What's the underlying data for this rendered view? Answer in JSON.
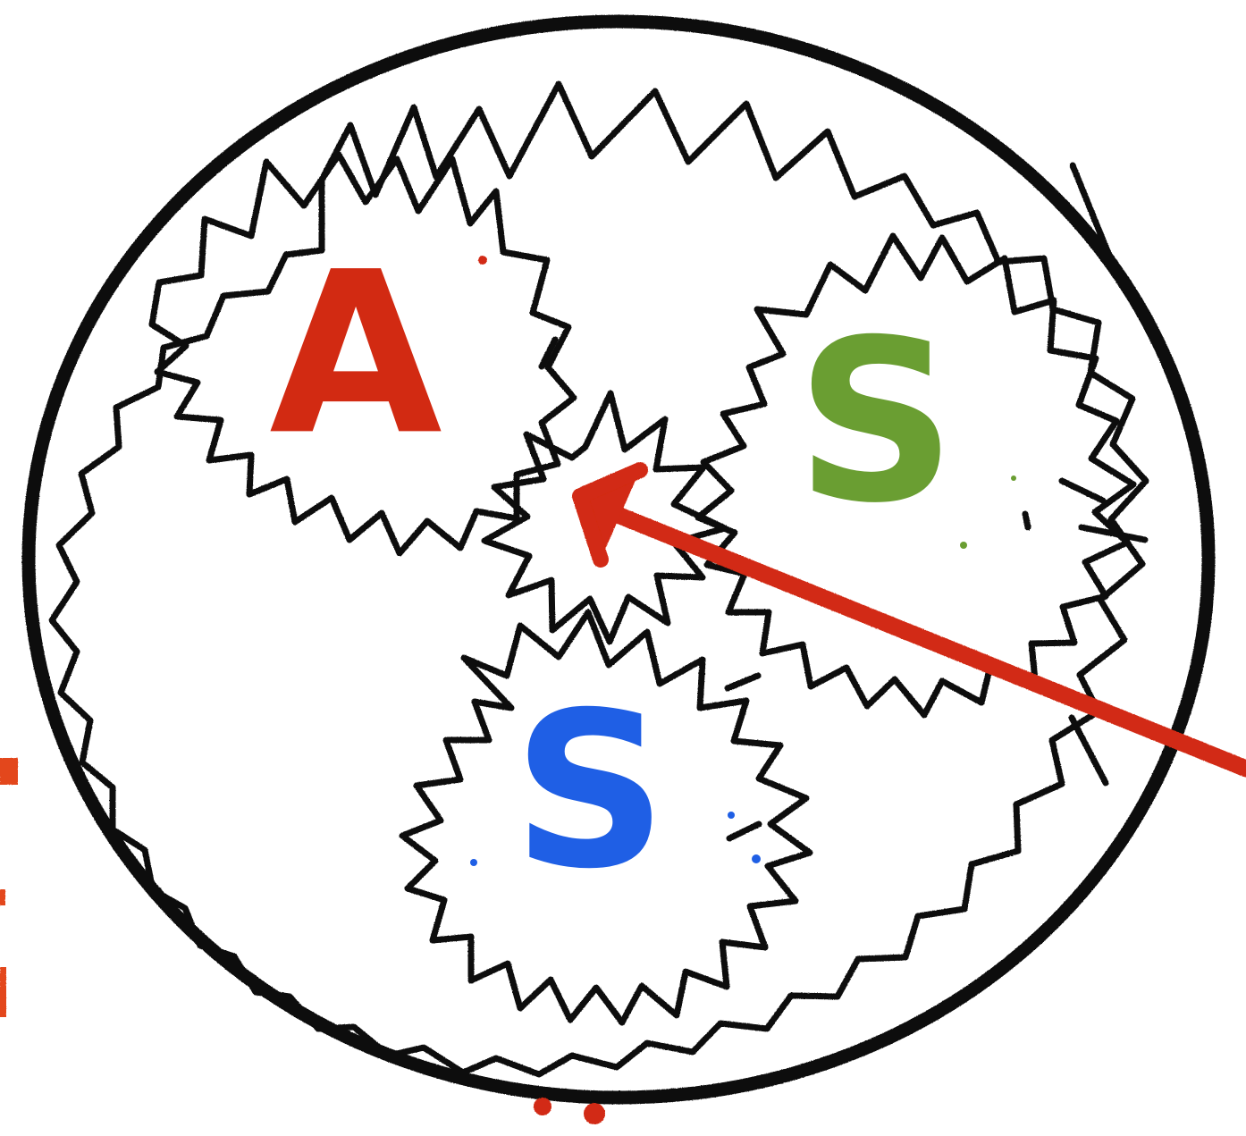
{
  "diagram": {
    "letters": [
      {
        "text": "A",
        "color": "#d22a12"
      },
      {
        "text": "S",
        "color": "#6a9e32"
      },
      {
        "text": "S",
        "color": "#1f5fe5"
      }
    ],
    "colors": {
      "outline": "#111111",
      "arrow": "#d22a12",
      "background": "#ffffff"
    },
    "icons": [
      "outer-circle-icon",
      "large-gear-outline-icon",
      "small-gear-outline-icon",
      "small-star-outline-icon",
      "red-arrow-icon",
      "red-edge-marks-icon"
    ]
  }
}
